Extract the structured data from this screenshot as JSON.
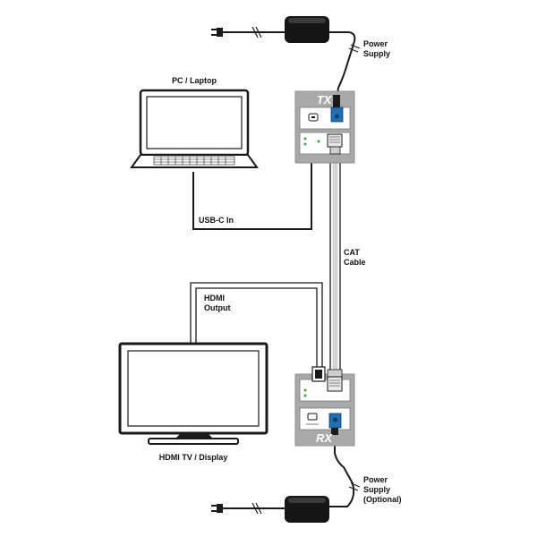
{
  "labels": {
    "pc_laptop": "PC / Laptop",
    "usb_c_in": "USB-C In",
    "hdmi_output_line1": "HDMI",
    "hdmi_output_line2": "Output",
    "hdmi_display": "HDMI TV / Display",
    "cat_cable_line1": "CAT",
    "cat_cable_line2": "Cable",
    "power_supply_top_line1": "Power",
    "power_supply_top_line2": "Supply",
    "power_supply_bottom_line1": "Power",
    "power_supply_bottom_line2": "Supply",
    "power_supply_bottom_line3": "(Optional)",
    "tx_unit": "TX",
    "rx_unit": "RX"
  },
  "colors": {
    "device_panel": "#a9a9a9",
    "cable": "#1a1a1a",
    "cat_cable": "#c9c9c9",
    "connector_blue": "#1f6fb5",
    "power_brick": "#151515",
    "background": "#ffffff"
  },
  "icons": {
    "laptop": "laptop-icon",
    "monitor": "monitor-icon",
    "power_adapter": "power-adapter-icon",
    "power_plug": "power-plug-icon",
    "rj45": "rj45-connector-icon",
    "usb_c": "usb-c-connector-icon",
    "hdmi": "hdmi-connector-icon",
    "dc_jack": "dc-jack-connector-icon"
  }
}
